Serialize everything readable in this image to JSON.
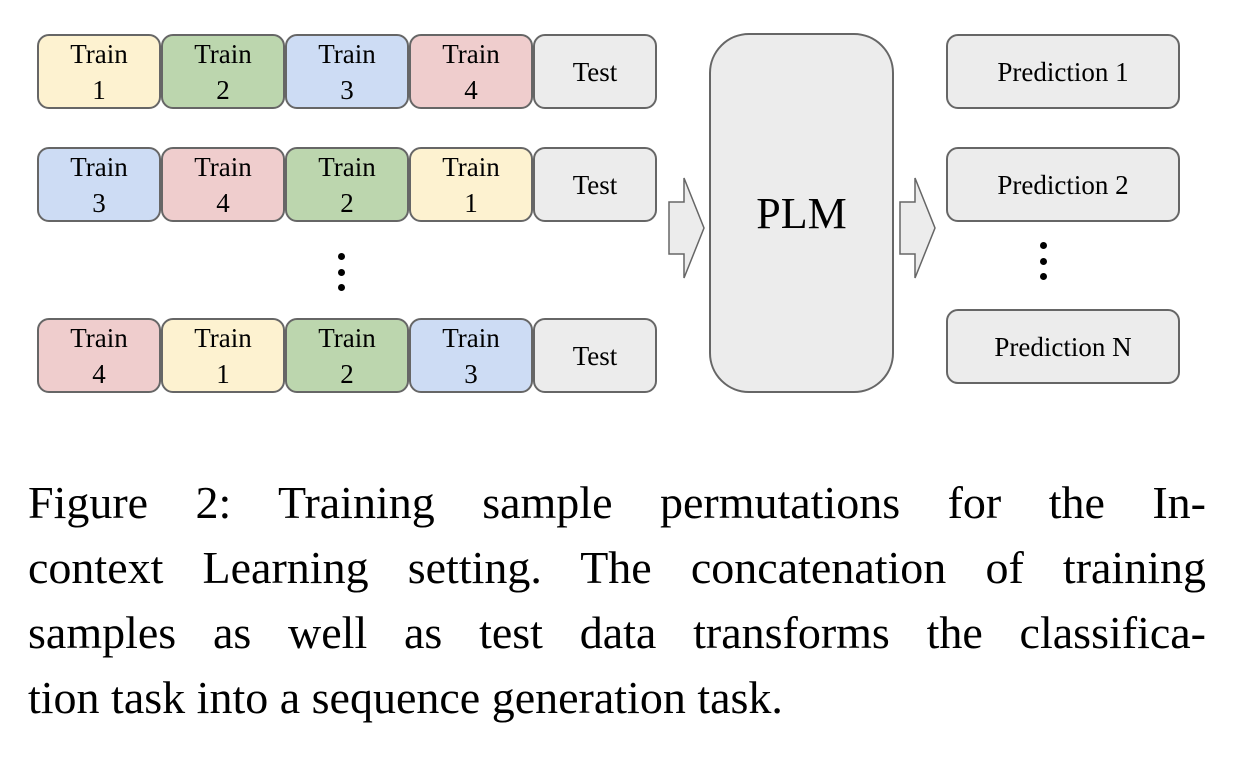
{
  "colors": {
    "train_1": "#fdf2d0",
    "train_2": "#bcd6ae",
    "train_3": "#cddcf4",
    "train_4": "#efcdcd",
    "test": "#ececec",
    "border": "#666666"
  },
  "rows": [
    {
      "items": [
        {
          "label": "Train",
          "num": "1",
          "key": "train_1"
        },
        {
          "label": "Train",
          "num": "2",
          "key": "train_2"
        },
        {
          "label": "Train",
          "num": "3",
          "key": "train_3"
        },
        {
          "label": "Train",
          "num": "4",
          "key": "train_4"
        }
      ],
      "test": "Test"
    },
    {
      "items": [
        {
          "label": "Train",
          "num": "3",
          "key": "train_3"
        },
        {
          "label": "Train",
          "num": "4",
          "key": "train_4"
        },
        {
          "label": "Train",
          "num": "2",
          "key": "train_2"
        },
        {
          "label": "Train",
          "num": "1",
          "key": "train_1"
        }
      ],
      "test": "Test"
    },
    {
      "items": [
        {
          "label": "Train",
          "num": "4",
          "key": "train_4"
        },
        {
          "label": "Train",
          "num": "1",
          "key": "train_1"
        },
        {
          "label": "Train",
          "num": "2",
          "key": "train_2"
        },
        {
          "label": "Train",
          "num": "3",
          "key": "train_3"
        }
      ],
      "test": "Test"
    }
  ],
  "model": "PLM",
  "predictions": [
    "Prediction 1",
    "Prediction 2",
    "Prediction N"
  ],
  "caption": {
    "lines": [
      "Figure 2:  Training sample permutations for the In-",
      "context Learning setting. The concatenation of training",
      "samples as well as test data transforms the classifica-",
      "tion task into a sequence generation task."
    ]
  }
}
